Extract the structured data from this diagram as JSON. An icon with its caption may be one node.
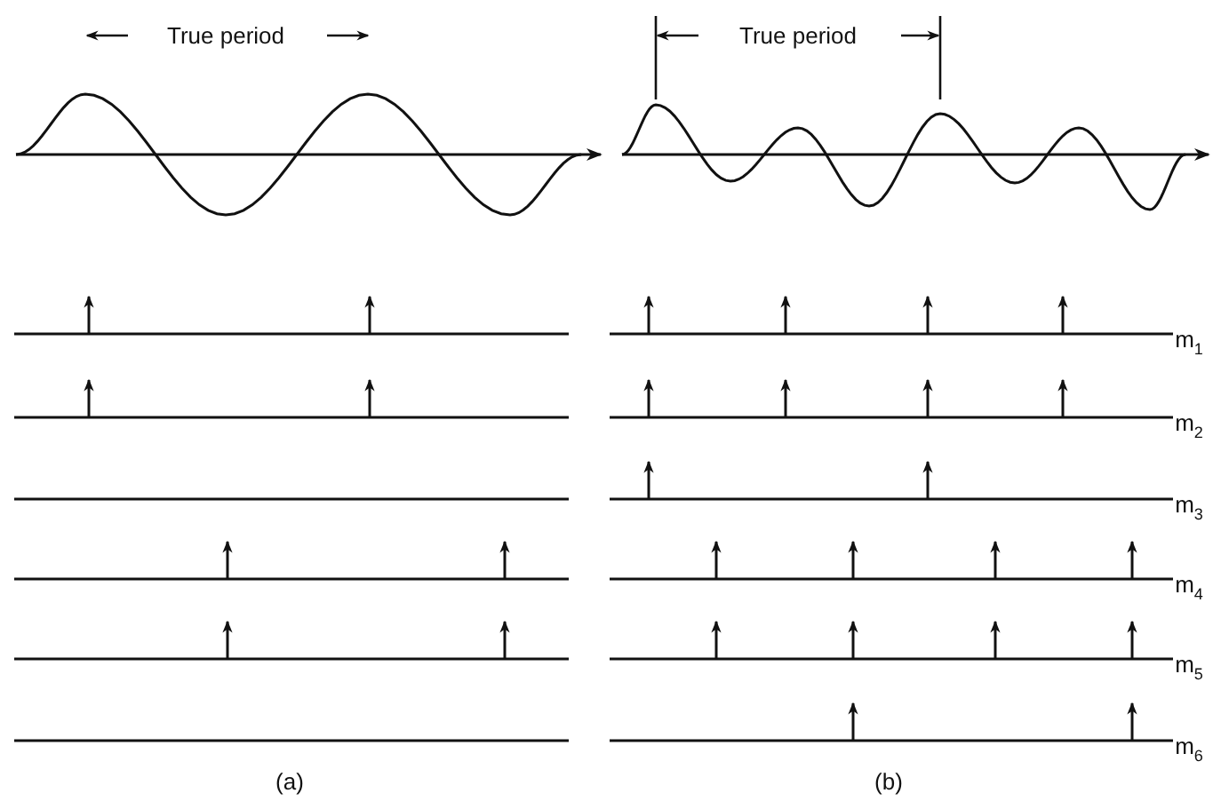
{
  "diagram": {
    "labels": [
      "True period",
      "True period",
      "m$_{1}$",
      "m$_{2}$",
      "m$_{3}$",
      "m$_{4}$",
      "m$_{5}$",
      "m$_{6}$",
      "(a)",
      "(b)"
    ]
  }
}
